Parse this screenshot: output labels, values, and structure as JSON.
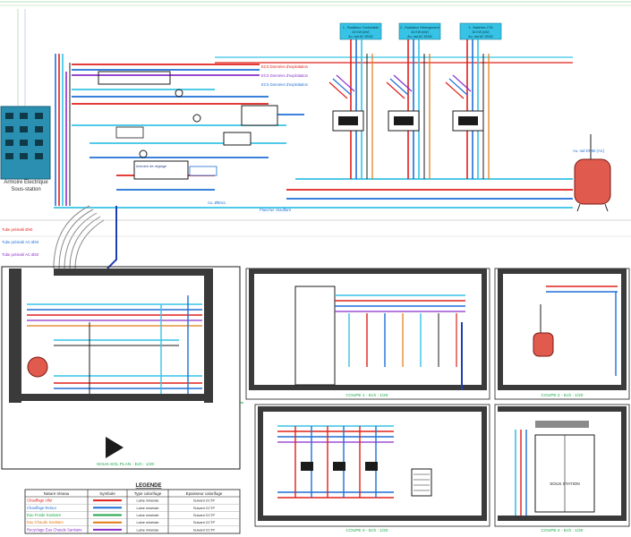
{
  "cabinet": {
    "title": "Armoire Electrique",
    "subtitle": "Sous-station"
  },
  "units": [
    {
      "line1": "1 - Radiateur Confortable",
      "line2": "24 KW (kW)",
      "line3": "Au. rad AC DN32"
    },
    {
      "line1": "2 - Radiateur Hébergement",
      "line2": "44 KW (kW)",
      "line3": "Au. rad AC DN32"
    },
    {
      "line1": "3 - Batteries CTA",
      "line2": "34 KW (kW)",
      "line3": "Au. rad AC DN32"
    }
  ],
  "top_labels": {
    "ecs1": "ECS Données d'exploitation",
    "ecs2": "ECS Données d'exploitation",
    "ecs3": "ECS Données d'exploitation",
    "vessel_note": "Au. rad DN50 (AC)",
    "bottom_pipe": "Cu. Ø50x1",
    "heating_floor": "Plancher chauffant",
    "control": "Armoire de réglage"
  },
  "pipe_notes": {
    "chauffage_aller": "Tube préisolé Ø40",
    "chauffage_retour": "Tube préisolé AC Ø40",
    "ecs": "Tube préisolé AC Ø40"
  },
  "sections": {
    "plan": "SOUS-SOL PLAN - Ech : 1/20",
    "coupe1": "COUPE 1 - Ech : 1/20",
    "coupe2": "COUPE 2 - Ech : 1/20",
    "coupe3": "COUPE 3 - Ech : 1/20",
    "coupe4": "COUPE 4 - Ech : 1/20",
    "sous_station": "SOUS STATION"
  },
  "legend": {
    "title": "LEGENDE",
    "headers": [
      "Nature réseau",
      "Symbole",
      "Type calorifuge",
      "Epaisseur calorifuge"
    ],
    "rows": [
      {
        "name": "Chauffage Aller",
        "color": "#e0201b",
        "type": "Laine minérale",
        "thickness": "Suivant CCTP"
      },
      {
        "name": "Chauffage Retour",
        "color": "#1f6fd6",
        "type": "Laine minérale",
        "thickness": "Suivant CCTP"
      },
      {
        "name": "Eau Froide Sanitaire",
        "color": "#1fa64a",
        "type": "Laine minérale",
        "thickness": "Suivant CCTP"
      },
      {
        "name": "Eau Chaude Sanitaire",
        "color": "#e07a10",
        "type": "Laine minérale",
        "thickness": "Suivant CCTP"
      },
      {
        "name": "Recyclage Eau Chaude Sanitaire",
        "color": "#8a2fc9",
        "type": "Laine minérale",
        "thickness": "Suivant CCTP"
      }
    ]
  },
  "colors": {
    "heat_supply": "#e0201b",
    "heat_return": "#1f6fd6",
    "cyan": "#36c3e6",
    "dhw": "#e07a10",
    "recycle": "#8a2fc9",
    "cold": "#1fa64a",
    "wall": "#1b1b1b",
    "cabinet": "#2a8fb0"
  }
}
